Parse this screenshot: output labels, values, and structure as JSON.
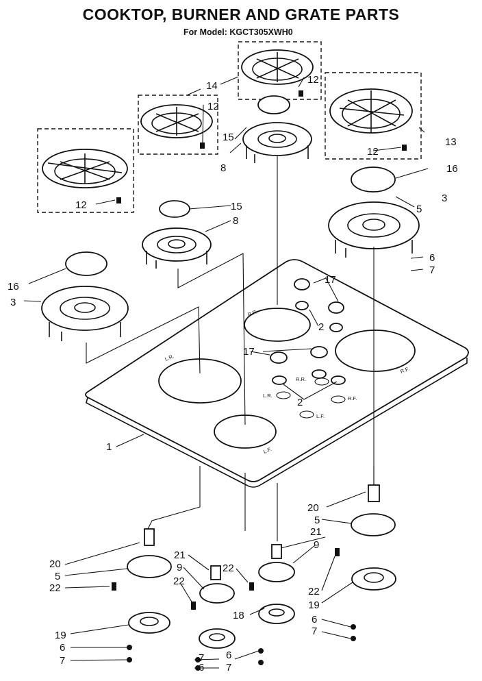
{
  "header": {
    "title": "COOKTOP, BURNER AND GRATE PARTS",
    "subtitle": "For Model: KGCT305XWH0"
  },
  "callouts": [
    "1",
    "2",
    "2",
    "3",
    "3",
    "5",
    "5",
    "5",
    "6",
    "6",
    "6",
    "6",
    "6",
    "7",
    "7",
    "7",
    "7",
    "7",
    "8",
    "8",
    "9",
    "9",
    "12",
    "12",
    "12",
    "12",
    "13",
    "14",
    "15",
    "15",
    "16",
    "16",
    "17",
    "17",
    "18",
    "19",
    "19",
    "20",
    "20",
    "21",
    "21",
    "22",
    "22",
    "22",
    "22"
  ],
  "hole_labels": {
    "left_rear": "L.R.",
    "right_rear": "R.R.",
    "right_front": "R.F.",
    "left_front": "L.F.",
    "valve_rr": "R.R.",
    "valve_lr": "L.R.",
    "valve_rf": "R.F.",
    "valve_lf": "L.F."
  },
  "colors": {
    "ink": "#111111",
    "paper": "#ffffff"
  }
}
